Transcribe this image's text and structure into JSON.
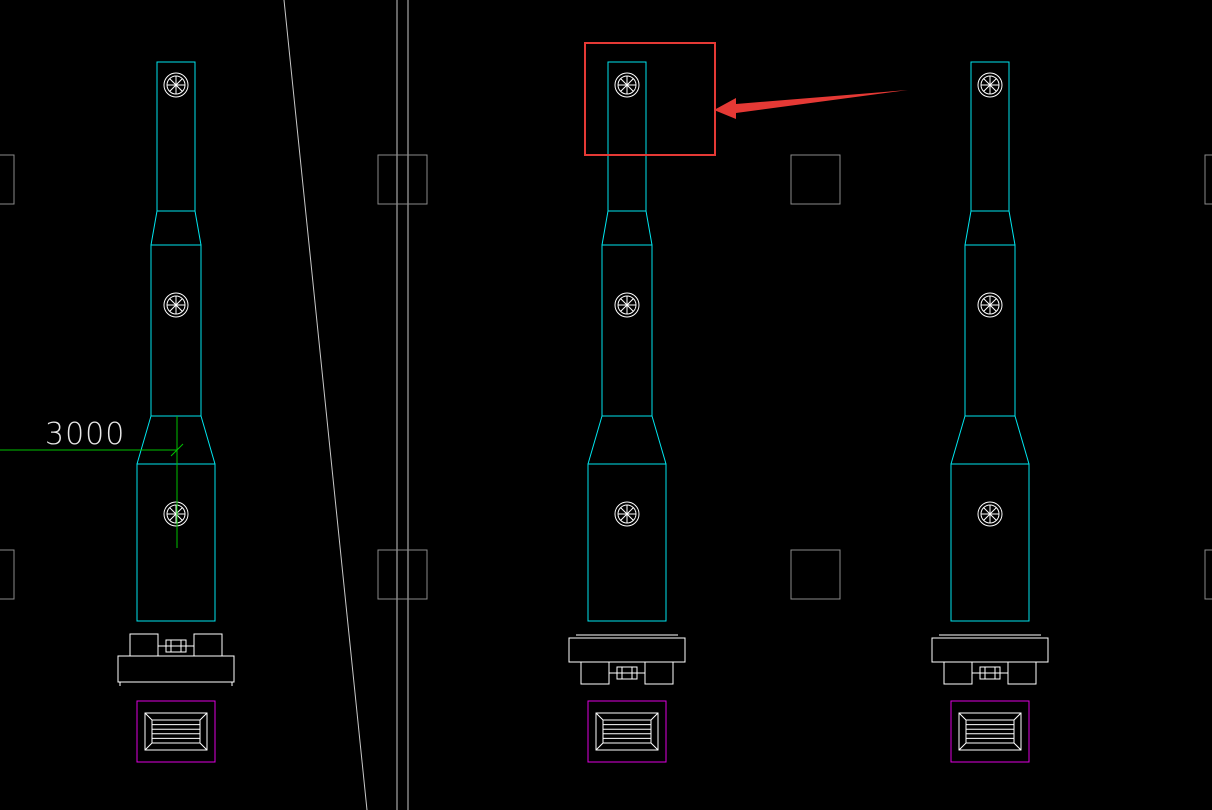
{
  "drawing": {
    "background": "#000000",
    "colors": {
      "column_outline": "#00e5ee",
      "bolt": "#ffffff",
      "base_equipment": "#ffffff",
      "grate_frame": "#e000e0",
      "grid_lines": "#c8c8c8",
      "reference_boxes": "#8a8a8a",
      "dimension": "#00c000",
      "highlight": "#e53935",
      "annotation_arrow": "#e53935"
    },
    "columns": [
      {
        "name": "column-left",
        "base_orientation": "platform-up"
      },
      {
        "name": "column-middle",
        "base_orientation": "platform-down",
        "highlighted": true
      },
      {
        "name": "column-right",
        "base_orientation": "platform-down"
      }
    ],
    "dimension": {
      "text": "3000"
    },
    "icons": {
      "bolt": "bolt-circle-icon",
      "grate": "drain-grate-icon",
      "arrow": "arrow-left-icon"
    }
  }
}
